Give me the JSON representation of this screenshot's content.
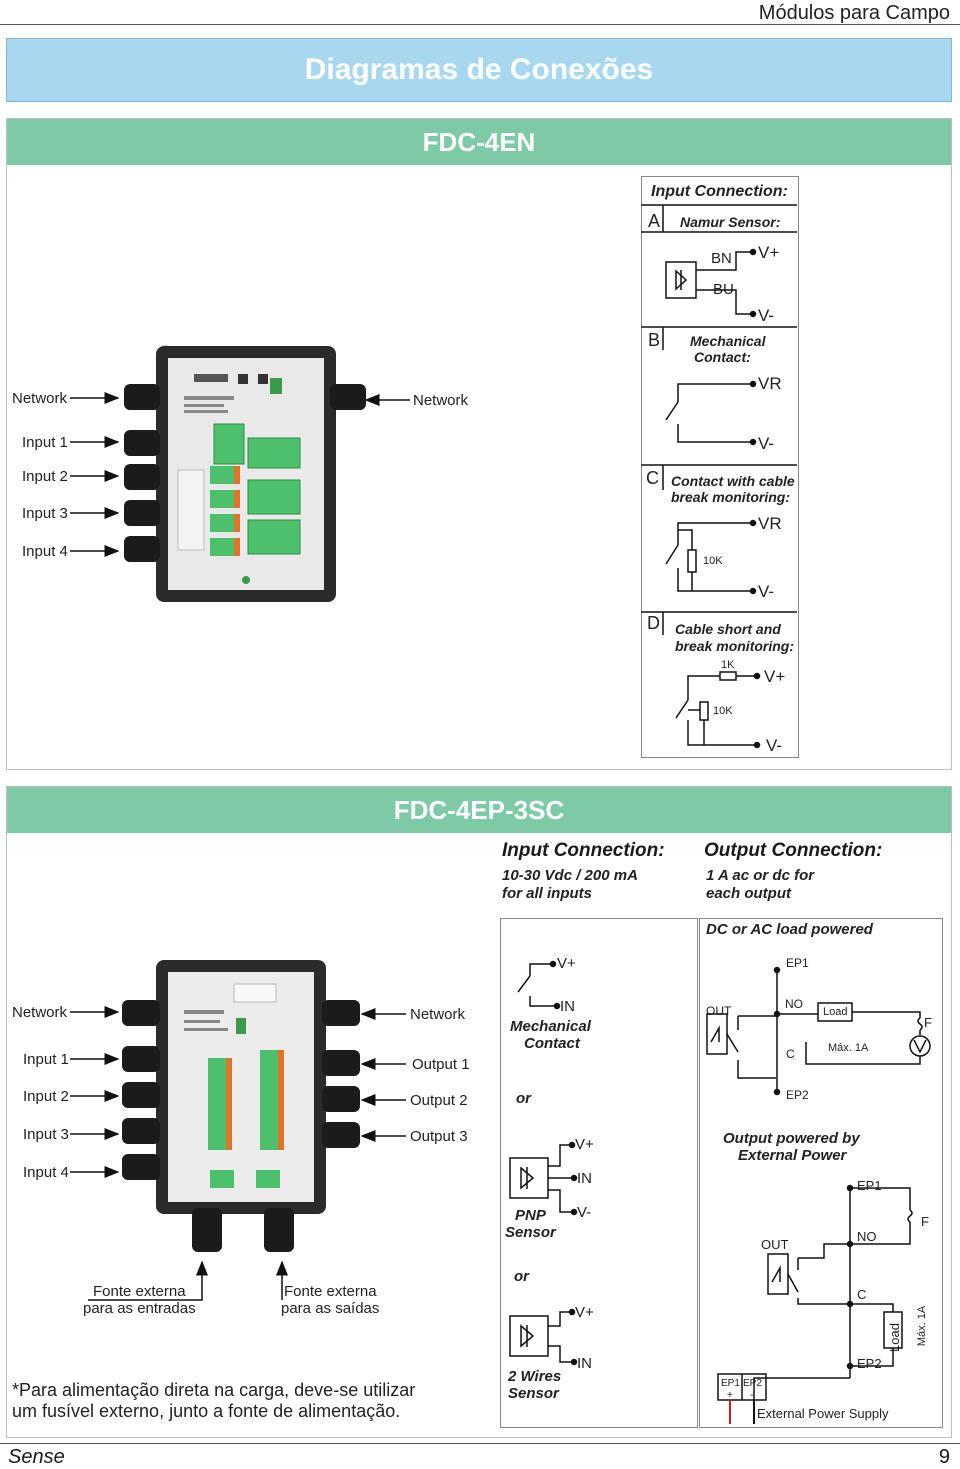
{
  "header": {
    "section_title": "Módulos para Campo"
  },
  "page_title": "Diagramas de Conexões",
  "fdc4en": {
    "title": "FDC-4EN",
    "left_labels": [
      "Network",
      "Input 1",
      "Input 2",
      "Input 3",
      "Input 4"
    ],
    "right_label": "Network",
    "input_connection": {
      "heading": "Input Connection:",
      "a": {
        "letter": "A",
        "title": "Namur Sensor:",
        "bn": "BN",
        "bu": "BU",
        "vplus": "V+",
        "vminus": "V-"
      },
      "b": {
        "letter": "B",
        "title_l1": "Mechanical",
        "title_l2": "Contact:",
        "vr": "VR",
        "vminus": "V-"
      },
      "c": {
        "letter": "C",
        "title_l1": "Contact with cable",
        "title_l2": "break monitoring:",
        "vr": "VR",
        "r": "10K",
        "vminus": "V-"
      },
      "d": {
        "letter": "D",
        "title_l1": "Cable short and",
        "title_l2": "break monitoring:",
        "r1": "1K",
        "vplus": "V+",
        "r2": "10K",
        "vminus": "V-"
      }
    }
  },
  "fdc4ep": {
    "title": "FDC-4EP-3SC",
    "input_heading": "Input Connection:",
    "input_spec_l1": "10-30 Vdc / 200 mA",
    "input_spec_l2": "for all inputs",
    "output_heading": "Output Connection:",
    "output_spec_l1": "1 A ac or dc for",
    "output_spec_l2": "each output",
    "left_labels": [
      "Network",
      "Input 1",
      "Input 2",
      "Input 3",
      "Input 4"
    ],
    "right_labels": [
      "Network",
      "Output 1",
      "Output 2",
      "Output 3"
    ],
    "bottom_labels": [
      {
        "l1": "Fonte externa",
        "l2": "para as entradas"
      },
      {
        "l1": "Fonte externa",
        "l2": "para as saídas"
      }
    ],
    "note_l1": "*Para alimentação direta na carga, deve-se utilizar",
    "note_l2": "um fusível externo, junto a fonte de alimentação.",
    "inputs_box": {
      "vplus": "V+",
      "in": "IN",
      "mech_l1": "Mechanical",
      "mech_l2": "Contact",
      "or1": "or",
      "vplus2": "V+",
      "in2": "IN",
      "vminus2": "V-",
      "pnp_l1": "PNP",
      "pnp_l2": "Sensor",
      "or2": "or",
      "vplus3": "V+",
      "in3": "IN",
      "two_l1": "2 Wires",
      "two_l2": "Sensor"
    },
    "outputs_box": {
      "dc_ac": "DC or AC load powered",
      "ep1": "EP1",
      "out": "OUT",
      "no": "NO",
      "load": "Load",
      "f": "F",
      "c": "C",
      "max": "Máx. 1A",
      "ep2": "EP2",
      "ext_l1": "Output powered by",
      "ext_l2": "External Power",
      "ep1b": "EP1",
      "outb": "OUT",
      "nob": "NO",
      "fb": "F",
      "cb": "C",
      "loadb": "Load",
      "maxb": "Máx. 1A",
      "ep2b": "EP2",
      "ps_ep1": "EP1",
      "ps_plus": "+",
      "ps_ep2": "EP2",
      "ps_minus": "-",
      "ps_label": "External Power Supply"
    }
  },
  "footer": {
    "brand": "Sense",
    "page": "9"
  },
  "colors": {
    "title_band": "#a8d8ef",
    "section_header": "#7fcaa6",
    "module_green": "#4cc06a",
    "enclosure": "#2b2b2b"
  }
}
